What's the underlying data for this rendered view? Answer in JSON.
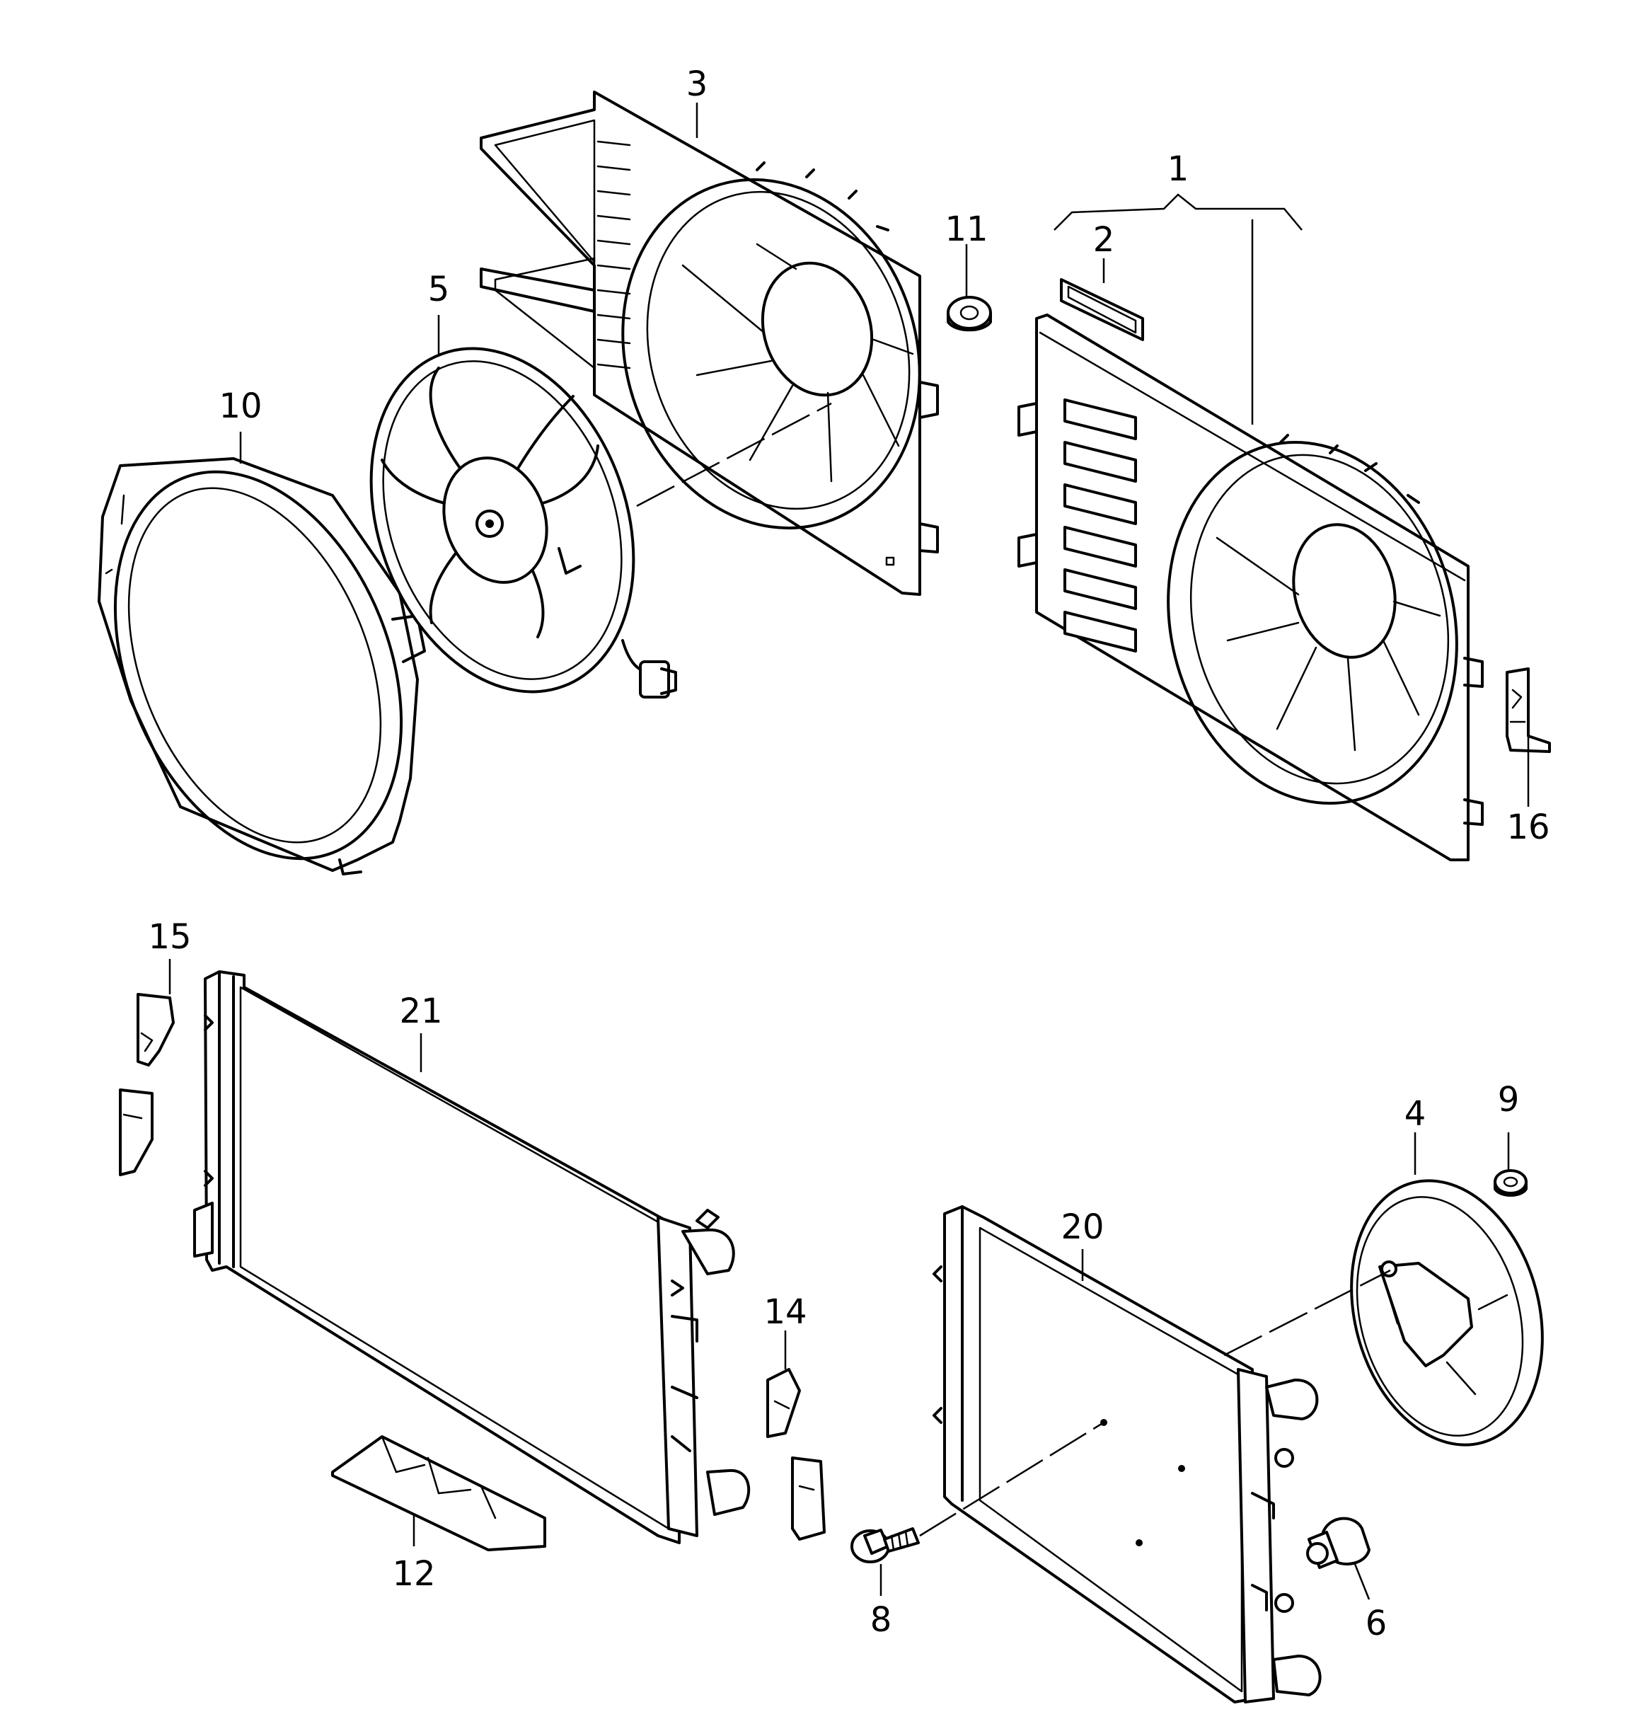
{
  "labels": {
    "l1": "1",
    "l2": "2",
    "l3": "3",
    "l4": "4",
    "l5": "5",
    "l6": "6",
    "l8": "8",
    "l9": "9",
    "l10": "10",
    "l11": "11",
    "l12": "12",
    "l14": "14",
    "l15": "15",
    "l16": "16",
    "l20": "20",
    "l21": "21"
  }
}
